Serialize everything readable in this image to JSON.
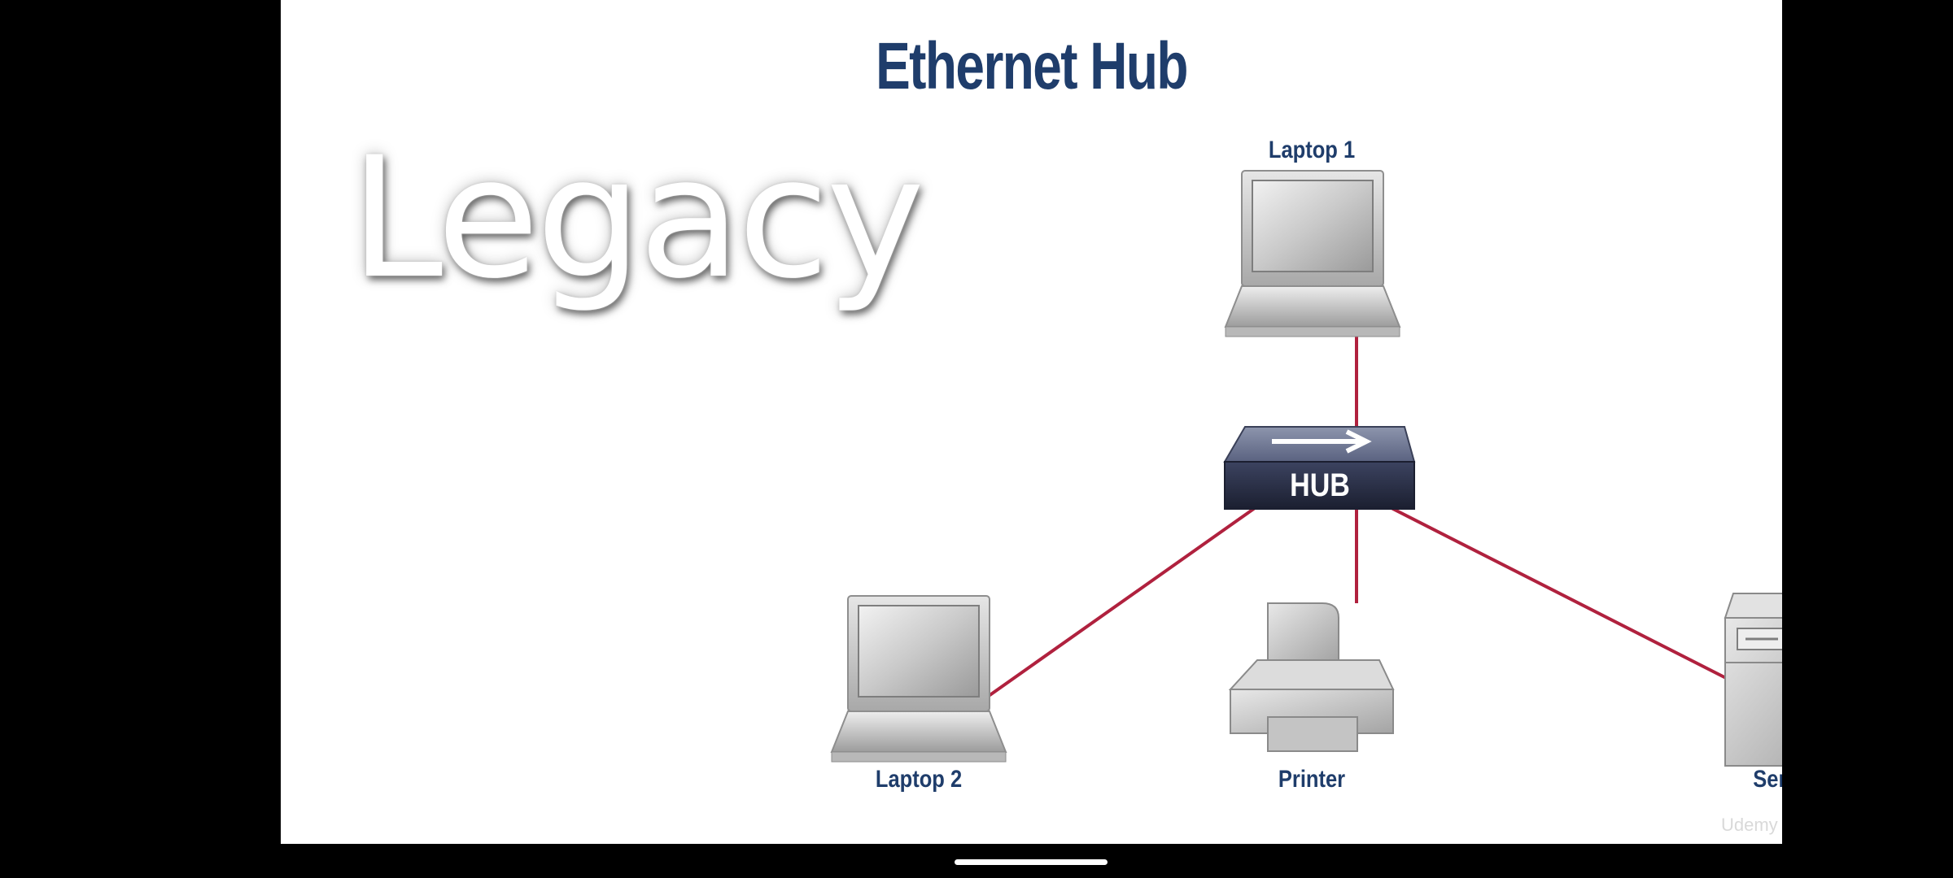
{
  "slide": {
    "title": "Ethernet Hub",
    "overlay_text": "Legacy",
    "watermark": "Udemy"
  },
  "devices": {
    "laptop1": {
      "label": "Laptop 1",
      "icon": "laptop-icon"
    },
    "hub": {
      "label": "HUB",
      "icon": "hub-icon"
    },
    "laptop2": {
      "label": "Laptop 2",
      "icon": "laptop-icon"
    },
    "printer": {
      "label": "Printer",
      "icon": "printer-icon"
    },
    "server": {
      "label": "Server",
      "icon": "server-icon"
    }
  },
  "colors": {
    "title": "#1f3d6b",
    "link": "#b0213e",
    "background": "#ffffff",
    "letterbox": "#000000"
  }
}
